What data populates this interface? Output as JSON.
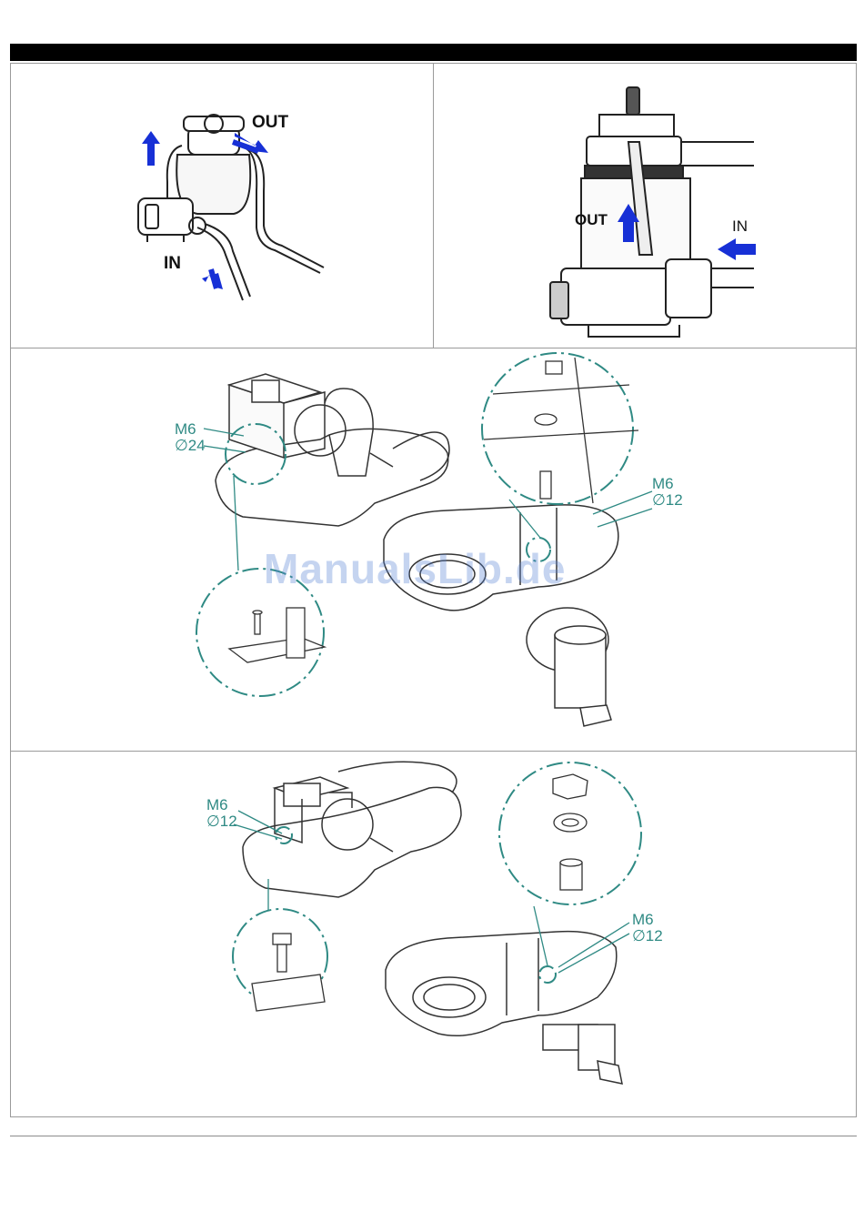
{
  "page": {
    "watermark": "ManualsLib.de"
  },
  "panel_left": {
    "label_out": "OUT",
    "label_in": "IN"
  },
  "panel_right": {
    "label_out": "OUT",
    "label_in": "IN"
  },
  "panel_mid": {
    "left_callout": "M6\n∅24",
    "right_callout": "M6\n∅12"
  },
  "panel_bottom": {
    "left_callout": "M6\n∅12",
    "right_callout": "M6\n∅12"
  },
  "colors": {
    "arrow": "#1730d6",
    "callout_teal": "#2f8a84",
    "line": "#222222"
  }
}
